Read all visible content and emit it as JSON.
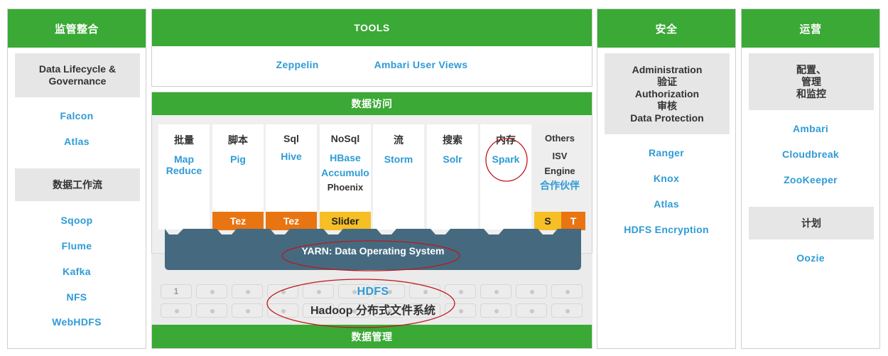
{
  "left": {
    "header": "监管整合",
    "box1": [
      "Data Lifecycle &",
      "Governance"
    ],
    "links1": [
      "Falcon",
      "Atlas"
    ],
    "box2": "数据工作流",
    "links2": [
      "Sqoop",
      "Flume",
      "Kafka",
      "NFS",
      "WebHDFS"
    ]
  },
  "tools": {
    "header": "TOOLS",
    "links": [
      "Zeppelin",
      "Ambari User Views"
    ]
  },
  "data_access": {
    "header": "数据访问",
    "columns": [
      {
        "head": "批量",
        "lines": [
          "Map",
          "Reduce"
        ]
      },
      {
        "head": "脚本",
        "lines": [
          "Pig"
        ]
      },
      {
        "head": "Sql",
        "lines": [
          "Hive"
        ]
      },
      {
        "head": "NoSql",
        "lines": [
          "HBase",
          "Accumulo"
        ],
        "dark": [
          "Phoenix"
        ]
      },
      {
        "head": "流",
        "lines": [
          "Storm"
        ]
      },
      {
        "head": "搜索",
        "lines": [
          "Solr"
        ]
      },
      {
        "head": "内存",
        "lines": [
          "Spark"
        ]
      },
      {
        "head": "Others",
        "dark": [
          "ISV",
          "Engine"
        ],
        "lines2": [
          "合作伙伴"
        ]
      }
    ],
    "tags": {
      "tez1": "Tez",
      "tez2": "Tez",
      "slider": "Slider",
      "s": "S",
      "t": "T"
    },
    "yarn": "YARN: Data Operating System",
    "hdfs": "HDFS",
    "hdfs_sub": "Hadoop 分布式文件系统",
    "grid_first": "1",
    "footer": "数据管理"
  },
  "security": {
    "header": "安全",
    "box": [
      "Administration",
      "验证",
      "Authorization",
      "审核",
      "Data Protection"
    ],
    "links": [
      "Ranger",
      "Knox",
      "Atlas",
      "HDFS Encryption"
    ]
  },
  "ops": {
    "header": "运营",
    "box1": [
      "配置、",
      "管理",
      "和监控"
    ],
    "links1": [
      "Ambari",
      "Cloudbreak",
      "ZooKeeper"
    ],
    "box2": "计划",
    "links2": [
      "Oozie"
    ]
  },
  "colors": {
    "green": "#3aa935",
    "blue": "#2e9bd6",
    "yarn": "#456a80",
    "orange": "#e97512",
    "yellow": "#f6bf25",
    "circle": "#c0161c"
  }
}
